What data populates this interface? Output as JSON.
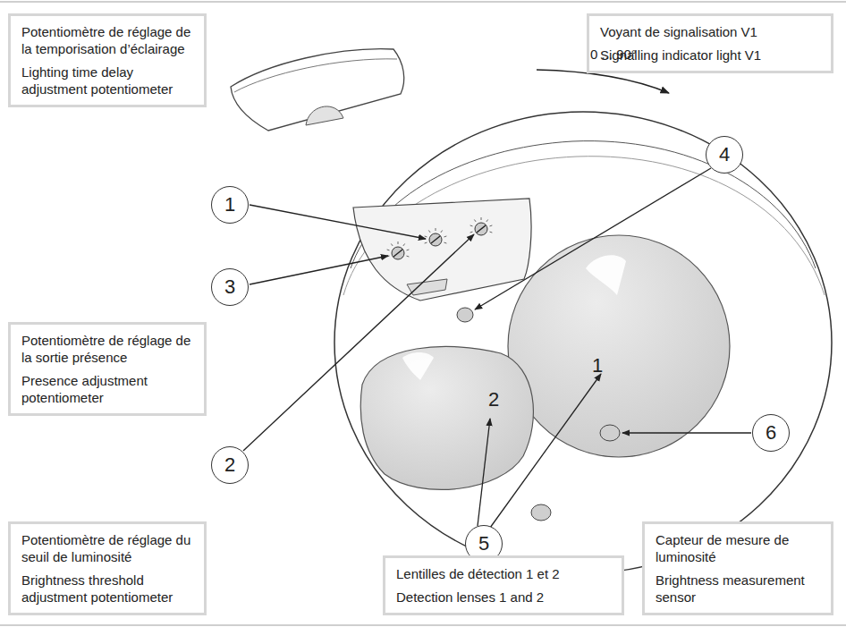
{
  "diagram": {
    "nodes": [
      {
        "text": [
          "Potentiomètre de réglage de la temporisation d’éclairage",
          "Lighting time delay adjustment potentiometer"
        ]
      },
      {
        "text": [
          "Voyant de signalisation V1",
          "Signalling indicator light V1"
        ]
      },
      {
        "text": [
          "4"
        ]
      },
      {
        "text": [
          "1"
        ]
      },
      {
        "text": [
          "3"
        ]
      },
      {
        "text": [
          "Potentiomètre de réglage de la sortie présence",
          "Presence adjustment potentiometer"
        ]
      },
      {
        "text": [
          "6"
        ]
      },
      {
        "text": [
          "2"
        ]
      },
      {
        "text": [
          "5"
        ]
      },
      {
        "text": [
          "Potentiomètre de réglage du seuil de luminosité",
          "Brightness threshold adjustment potentiometer"
        ]
      },
      {
        "text": [
          "Lentilles de détection 1 et 2",
          "Detection lenses 1 and 2"
        ]
      },
      {
        "text": [
          "Capteur de mesure de luminosité",
          "Brightness measurement sensor"
        ]
      }
    ],
    "labels": [
      "0 ... 90°",
      "1",
      "2"
    ]
  }
}
